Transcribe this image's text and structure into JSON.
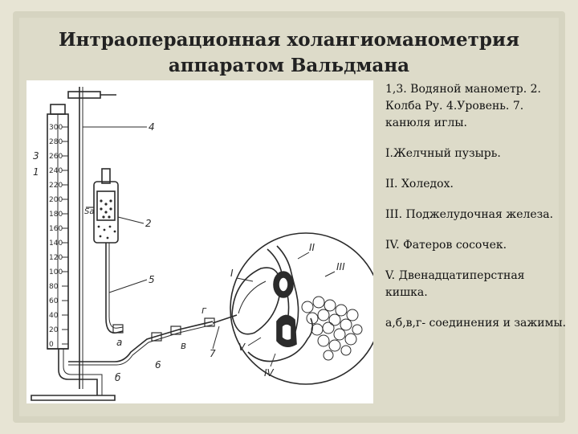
{
  "title": {
    "line1": "Интраоперационная холангиоманометрия",
    "line2": "аппаратом Вальдмана"
  },
  "legend": [
    "1,3. Водяной манометр. 2. Колба Ру. 4.Уровень. 7. канюля иглы.",
    "I.Желчный пузырь.",
    "II. Холедох.",
    "III. Поджелудочная железа.",
    "IV. Фатеров сосочек.",
    "V. Двенадцатиперстная кишка.",
    "а,б,в,г- соединения и зажимы."
  ],
  "figure": {
    "scale": [
      "300",
      "280",
      "260",
      "240",
      "220",
      "200",
      "180",
      "160",
      "140",
      "120",
      "100",
      "80",
      "60",
      "40",
      "20",
      "0"
    ],
    "labels": {
      "n1": "1",
      "n2": "2",
      "n3": "3",
      "n4": "4",
      "n5": "5",
      "n6": "6",
      "n7": "7",
      "a": "а",
      "b": "б",
      "v": "в",
      "g": "г",
      "r1": "I",
      "r2": "II",
      "r3": "III",
      "r4": "IV",
      "r5": "V",
      "sa": "Sa"
    },
    "colors": {
      "ink": "#2b2b2b",
      "paper": "#ffffff"
    }
  }
}
